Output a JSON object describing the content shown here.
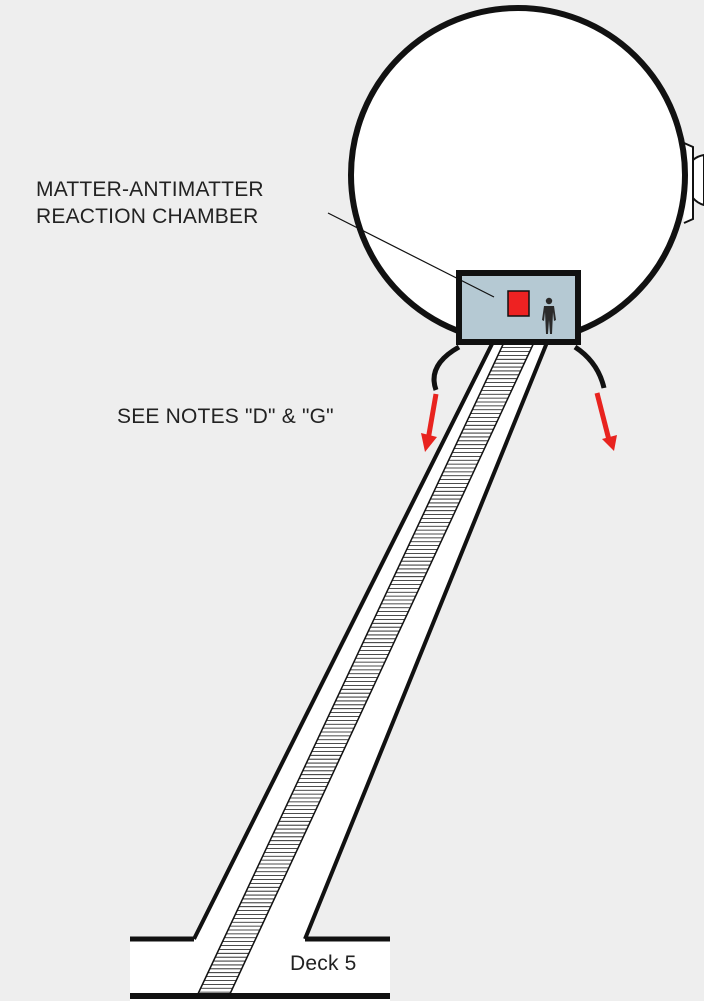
{
  "labels": {
    "chamber_line1": "MATTER-ANTIMATTER",
    "chamber_line2": "REACTION CHAMBER",
    "notes": "SEE NOTES \"D\" & \"G\"",
    "deck": "Deck 5"
  },
  "colors": {
    "background": "#eeeeee",
    "outline": "#111111",
    "sphere_fill": "#ffffff",
    "chamber_fill": "#b5c9d3",
    "reactor_core": "#ee2222",
    "arrow": "#e8231f",
    "figure": "#2a2a2a"
  },
  "icons": [
    "human-figure-icon",
    "red-arrow-icon"
  ]
}
